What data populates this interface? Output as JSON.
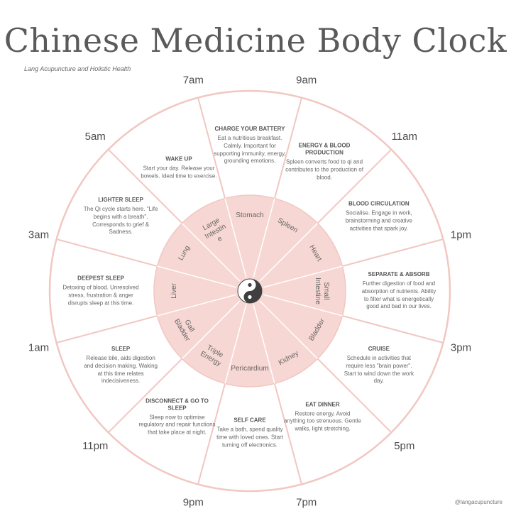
{
  "header": {
    "title": "Chinese Medicine Body Clock",
    "subtitle": "Lang Acupuncture and Holistic Health",
    "handle": "@langacupuncture"
  },
  "colors": {
    "inner_fill": "#f7d7d3",
    "ring_line": "#f1c7c2",
    "text": "#555555",
    "title": "#5a5a5a"
  },
  "center_icon": "yin-yang-icon",
  "times": [
    {
      "key": "7am",
      "label": "7am"
    },
    {
      "key": "9am",
      "label": "9am"
    },
    {
      "key": "11am",
      "label": "11am"
    },
    {
      "key": "1pm",
      "label": "1pm"
    },
    {
      "key": "3pm",
      "label": "3pm"
    },
    {
      "key": "5pm",
      "label": "5pm"
    },
    {
      "key": "7pm",
      "label": "7pm"
    },
    {
      "key": "9pm",
      "label": "9pm"
    },
    {
      "key": "11pm",
      "label": "11pm"
    },
    {
      "key": "1am",
      "label": "1am"
    },
    {
      "key": "3am",
      "label": "3am"
    },
    {
      "key": "5am",
      "label": "5am"
    }
  ],
  "segments": [
    {
      "organ": [
        "Stomach"
      ],
      "heading": "CHARGE YOUR BATTERY",
      "text": "Eat a nutritious breakfast. Calmly. Important for supporting immunity, energy, grounding emotions."
    },
    {
      "organ": [
        "Spleen"
      ],
      "heading": "ENERGY & BLOOD PRODUCTION",
      "text": "Spleen converts food to qi and contributes to the production of blood."
    },
    {
      "organ": [
        "Heart"
      ],
      "heading": "BLOOD CIRCULATION",
      "text": "Socialise. Engage in work, brainstorming and creative activities that spark joy."
    },
    {
      "organ": [
        "Small",
        "Intestine"
      ],
      "heading": "SEPARATE & ABSORB",
      "text": "Further digestion of food and absorption of nutrients. Ability to filter what is energetically good and bad in our lives."
    },
    {
      "organ": [
        "Bladder"
      ],
      "heading": "CRUISE",
      "text": "Schedule in activities that require less \"brain power\". Start to wind down the work day."
    },
    {
      "organ": [
        "Kidney"
      ],
      "heading": "EAT DINNER",
      "text": "Restore energy. Avoid anything too strenuous. Gentle walks, light stretching."
    },
    {
      "organ": [
        "Pericardium"
      ],
      "heading": "SELF CARE",
      "text": "Take a bath, spend quality time with loved ones. Start turning off electronics."
    },
    {
      "organ": [
        "Triple",
        "Energy"
      ],
      "heading": "DISCONNECT & GO TO SLEEP",
      "text": "Sleep now to optimise regulatory and repair functions that take place at night."
    },
    {
      "organ": [
        "Gall",
        "Bladder"
      ],
      "heading": "SLEEP",
      "text": "Release bile, aids digestion and decision making. Waking at this time relates indecisiveness."
    },
    {
      "organ": [
        "Liver"
      ],
      "heading": "DEEPEST SLEEP",
      "text": "Detoxing of blood. Unresolved stress, frustration & anger disrupts sleep at this time."
    },
    {
      "organ": [
        "Lung"
      ],
      "heading": "LIGHTER SLEEP",
      "text": "The Qi cycle starts here. \"Life begins with a breath\". Corresponds to grief & Sadness."
    },
    {
      "organ": [
        "Large",
        "Intestin",
        "e"
      ],
      "heading": "WAKE UP",
      "text": "Start your day. Release your bowels. Ideal time to exercise."
    }
  ]
}
